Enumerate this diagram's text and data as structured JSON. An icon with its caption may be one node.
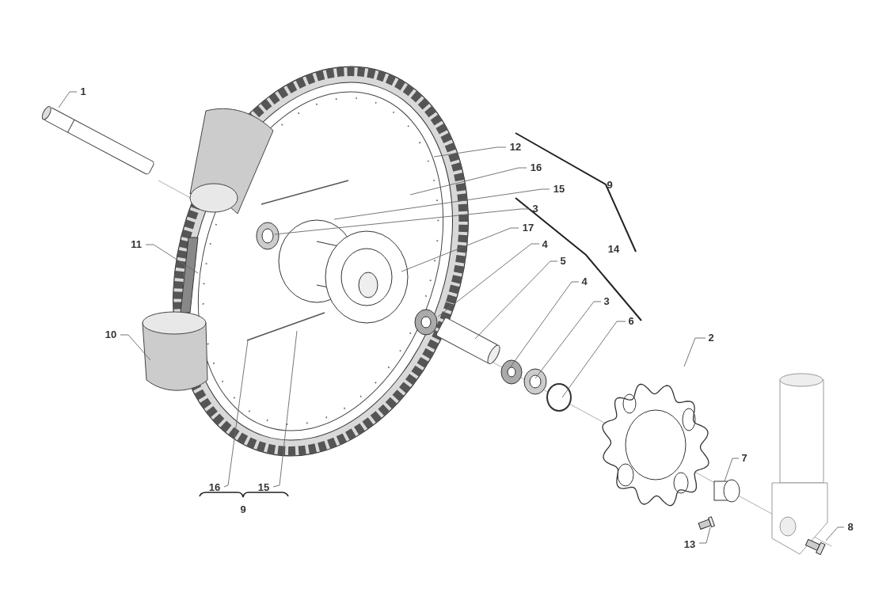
{
  "diagram": {
    "nodes": [
      {
        "text": [
          "1"
        ]
      },
      {
        "text": [
          "12"
        ]
      },
      {
        "text": [
          "16"
        ]
      },
      {
        "text": [
          "15"
        ]
      },
      {
        "text": [
          "3"
        ]
      },
      {
        "text": [
          "17"
        ]
      },
      {
        "text": [
          "4"
        ]
      },
      {
        "text": [
          "5"
        ]
      },
      {
        "text": [
          "4"
        ]
      },
      {
        "text": [
          "3"
        ]
      },
      {
        "text": [
          "6"
        ]
      },
      {
        "text": [
          "2"
        ]
      },
      {
        "text": [
          "11"
        ]
      },
      {
        "text": [
          "10"
        ]
      },
      {
        "text": [
          "16"
        ]
      },
      {
        "text": [
          "15"
        ]
      },
      {
        "text": [
          "7"
        ]
      },
      {
        "text": [
          "13"
        ]
      },
      {
        "text": [
          "8"
        ]
      }
    ],
    "edges": [
      {
        "from": 0,
        "to": null,
        "arrow": "none"
      },
      {
        "from": 1,
        "to": null,
        "arrow": "none"
      },
      {
        "from": 2,
        "to": null,
        "arrow": "none"
      },
      {
        "from": 3,
        "to": null,
        "arrow": "none"
      },
      {
        "from": 4,
        "to": null,
        "arrow": "none"
      },
      {
        "from": 5,
        "to": null,
        "arrow": "none"
      },
      {
        "from": 6,
        "to": null,
        "arrow": "none"
      },
      {
        "from": 7,
        "to": null,
        "arrow": "none"
      },
      {
        "from": 8,
        "to": null,
        "arrow": "none"
      },
      {
        "from": 9,
        "to": null,
        "arrow": "none"
      },
      {
        "from": 10,
        "to": null,
        "arrow": "none"
      },
      {
        "from": 11,
        "to": null,
        "arrow": "none"
      },
      {
        "from": 12,
        "to": null,
        "arrow": "none"
      },
      {
        "from": 13,
        "to": null,
        "arrow": "none"
      },
      {
        "from": 14,
        "to": null,
        "arrow": "none"
      },
      {
        "from": 15,
        "to": null,
        "arrow": "none"
      },
      {
        "from": 16,
        "to": null,
        "arrow": "none"
      },
      {
        "from": 17,
        "to": null,
        "arrow": "none"
      },
      {
        "from": 18,
        "to": null,
        "arrow": "none"
      }
    ],
    "labels": [
      "9",
      "14",
      "9"
    ]
  }
}
